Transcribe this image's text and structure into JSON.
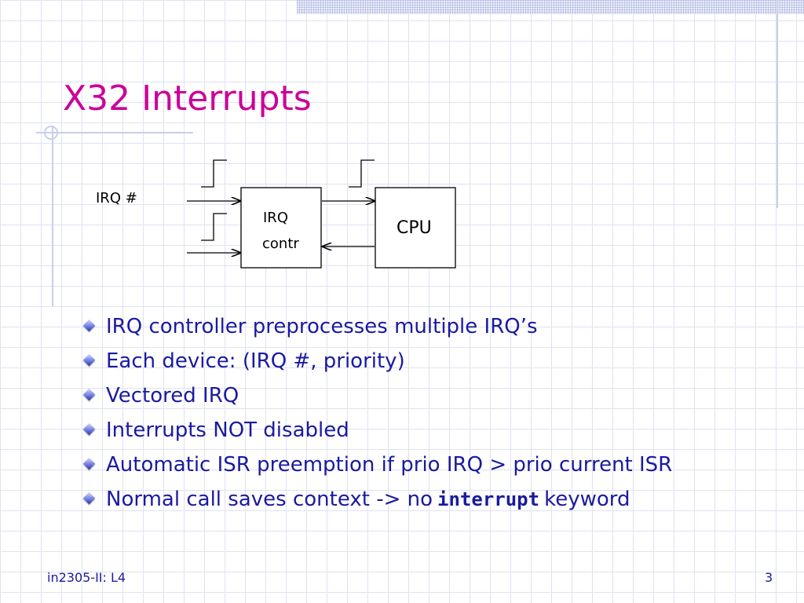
{
  "slide": {
    "title": "X32 Interrupts",
    "footer_left": "in2305-II: L4",
    "page_number": "3"
  },
  "diagram": {
    "irq_label": "IRQ #",
    "controller_line1": "IRQ",
    "controller_line2": "contr",
    "cpu_label": "CPU"
  },
  "bullets": [
    "IRQ controller preprocesses multiple IRQ’s",
    "Each device: (IRQ #, priority)",
    "Vectored IRQ",
    "Interrupts NOT disabled",
    "Automatic ISR preemption if prio IRQ > prio current ISR"
  ],
  "last_bullet": {
    "before": "Normal call saves context -> no",
    "code": "interrupt",
    "after": "keyword"
  },
  "colors": {
    "title": "#cc0099",
    "text": "#1a1aa0",
    "grid": "#dfe3f2"
  }
}
